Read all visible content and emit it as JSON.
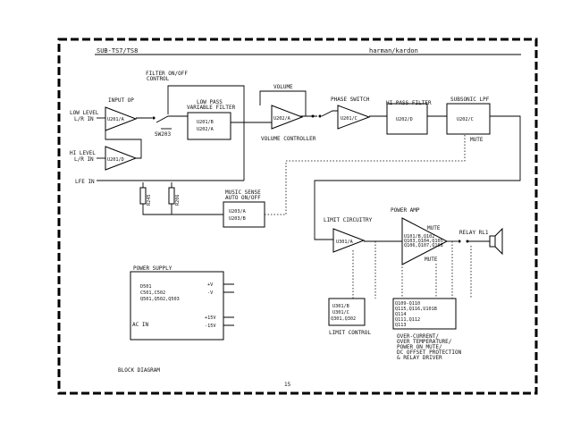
{
  "header": {
    "model": "SUB-TS7/TS8",
    "brand": "harman/kardon"
  },
  "inputs": {
    "low_level": [
      "LOW LEVEL",
      "L/R IN"
    ],
    "hi_level": [
      "HI LEVEL",
      "L/R IN"
    ],
    "lfe": "LFE IN"
  },
  "labels": {
    "input_op": "INPUT OP",
    "filter_on_off": [
      "FILTER ON/OFF",
      "CONTROL"
    ],
    "sw203": "SW203",
    "low_pass": [
      "LOW PASS",
      "VARIABLE FILTER"
    ],
    "volume": "VOLUME",
    "volume_controller": "VOLUME CONTROLLER",
    "phase_switch": "PHASE SWITCH",
    "hi_pass_filter": "HI PASS FILTER",
    "subsonic_lpf": "SUBSONIC LPF",
    "mute_top": "MUTE",
    "music_sense": [
      "MUSIC SENSE",
      "AUTO ON/OFF"
    ],
    "r245": "R245",
    "r206": "R206",
    "limit_circuitry": "LIMIT CIRCUITRY",
    "power_amp": "POWER AMP",
    "mute_amp_top": "MUTE",
    "mute_amp_bottom": "MUTE",
    "relay": "RELAY RL1",
    "power_supply": "POWER SUPPLY",
    "ac_in": "AC IN",
    "limit_control": "LIMIT CONTROL",
    "protection": [
      "OVER-CURRENT/",
      "OVER TEMPERATURE/",
      "POWER ON MUTE/",
      "DC OFFSET PROTECTION",
      "& RELAY DRIVER"
    ],
    "block_diagram": "BLOCK DIAGRAM",
    "page_number": "15"
  },
  "components": {
    "u201a": "U201/A",
    "u201d": "U201/D",
    "lp_filter": [
      "U201/B",
      "U202/A"
    ],
    "u202a": "U202/A",
    "u201c": "U201/C",
    "u202d": "U202/D",
    "u202c": "U202/C",
    "music_sense_ic": [
      "U203/A",
      "U203/B"
    ],
    "u301a": "U301/A",
    "power_amp_parts": [
      "U101/B,Q102",
      "Q103,Q104,Q105",
      "Q106,Q107,Q108"
    ],
    "power_supply_parts": [
      "D501",
      "C501,C502",
      "Q501,Q502,Q503"
    ],
    "supply_rails": [
      "+V",
      "-V",
      "+15V",
      "-15V"
    ],
    "limit_ic": [
      "U301/B",
      "U301/C",
      "Q301,Q302"
    ],
    "protection_parts": [
      "Q109-Q110",
      "Q115,Q116,U101B",
      "Q114",
      "Q111,Q112",
      "Q113"
    ]
  }
}
